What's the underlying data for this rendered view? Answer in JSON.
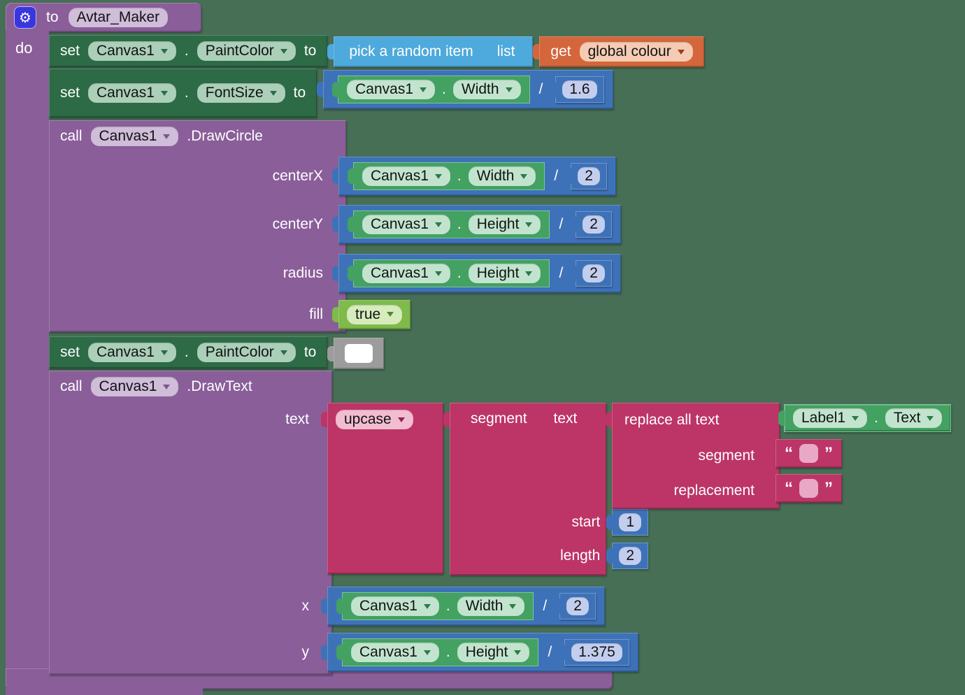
{
  "colors": {
    "workspace_bg": "#466F55",
    "procedure_purple": "#8A5E99",
    "procedure_field": "#CFBDD9",
    "setter_green": "#2D6A46",
    "setter_field": "#ABCFB9",
    "getter_green": "#43A162",
    "getter_field": "#C2E4CE",
    "math_blue": "#3E72B8",
    "math_field": "#C3CEEE",
    "list_blue": "#4EA9DC",
    "variable_orange": "#D4663C",
    "variable_field": "#F5CCB3",
    "logic_green": "#7FBA4A",
    "logic_field": "#D6ECBD",
    "text_crimson": "#BC3566",
    "text_field": "#F2BCD1",
    "color_block_gray": "#9C9C9C",
    "color_swatch": "#FFFFFF",
    "gear_bg": "#3A36DF"
  },
  "icons": {
    "gear": "⚙"
  },
  "labels": {
    "to": "to",
    "do": "do",
    "set": "set",
    "call": "call",
    "get": "get",
    "dot": ".",
    "divide": "/"
  },
  "procedure": {
    "name": "Avtar_Maker"
  },
  "components": {
    "canvas": "Canvas1",
    "label": "Label1"
  },
  "properties": {
    "paint_color": "PaintColor",
    "font_size": "FontSize",
    "width": "Width",
    "height": "Height",
    "text": "Text"
  },
  "methods": {
    "draw_circle": ".DrawCircle",
    "draw_text": ".DrawText"
  },
  "list_block": {
    "pick": "pick a random item",
    "list": "list"
  },
  "variables": {
    "global_colour": "global colour"
  },
  "params": {
    "center_x": "centerX",
    "center_y": "centerY",
    "radius": "radius",
    "fill": "fill",
    "text": "text",
    "x": "x",
    "y": "y",
    "segment": "segment",
    "replacement": "replacement",
    "start": "start",
    "length": "length"
  },
  "text_ops": {
    "upcase": "upcase",
    "segment_label": "segment",
    "segment_text": "text",
    "replace_all": "replace all text"
  },
  "logic": {
    "true_value": "true"
  },
  "numbers": {
    "font_divisor": "1.6",
    "two": "2",
    "start_value": "1",
    "length_value": "2",
    "y_divisor": "1.375"
  },
  "strings": {
    "open_quote": "“",
    "close_quote": "”",
    "empty_text": ""
  }
}
